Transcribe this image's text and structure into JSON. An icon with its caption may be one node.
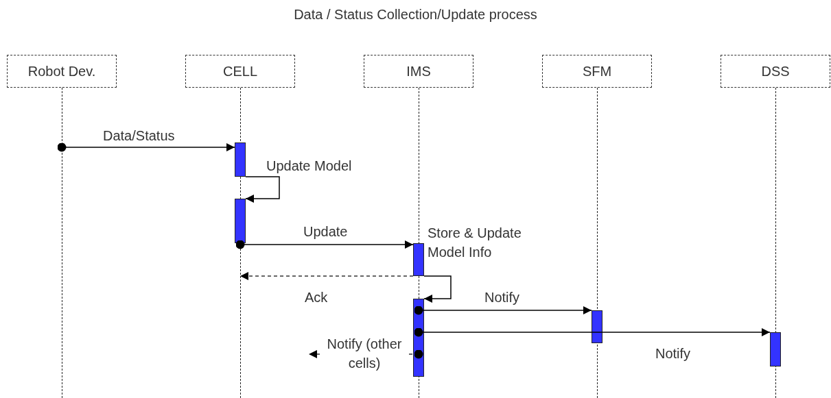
{
  "diagram": {
    "title": "Data / Status Collection/Update process",
    "nodes": [
      {
        "text": [
          "Robot Dev."
        ]
      },
      {
        "text": [
          "CELL"
        ]
      },
      {
        "text": [
          "IMS"
        ]
      },
      {
        "text": [
          "SFM"
        ]
      },
      {
        "text": [
          "DSS"
        ]
      },
      {
        "text": [],
        "shape": "bar"
      },
      {
        "text": [],
        "shape": "bar"
      },
      {
        "text": [],
        "shape": "bar"
      },
      {
        "text": [],
        "shape": "bar"
      },
      {
        "text": [],
        "shape": "bar"
      },
      {
        "text": [],
        "shape": "bar"
      }
    ],
    "edges": [
      {
        "from": 0,
        "to": 5,
        "arrow": "to",
        "label": "Data/Status"
      },
      {
        "from": 5,
        "to": 6,
        "arrow": "to",
        "label": "Update Model"
      },
      {
        "from": 6,
        "to": 7,
        "arrow": "to",
        "label": "Update"
      },
      {
        "from": 7,
        "to": null,
        "arrow": "to",
        "label": "Ack",
        "style": "dashed"
      },
      {
        "from": 7,
        "to": 8,
        "arrow": "to",
        "label": "Store & Update Model Info"
      },
      {
        "from": 8,
        "to": 9,
        "arrow": "to",
        "label": "Notify"
      },
      {
        "from": 8,
        "to": 10,
        "arrow": "to",
        "label": "Notify"
      },
      {
        "from": 8,
        "to": null,
        "arrow": "to",
        "label": "Notify (other cells)",
        "style": "dashed"
      }
    ]
  }
}
